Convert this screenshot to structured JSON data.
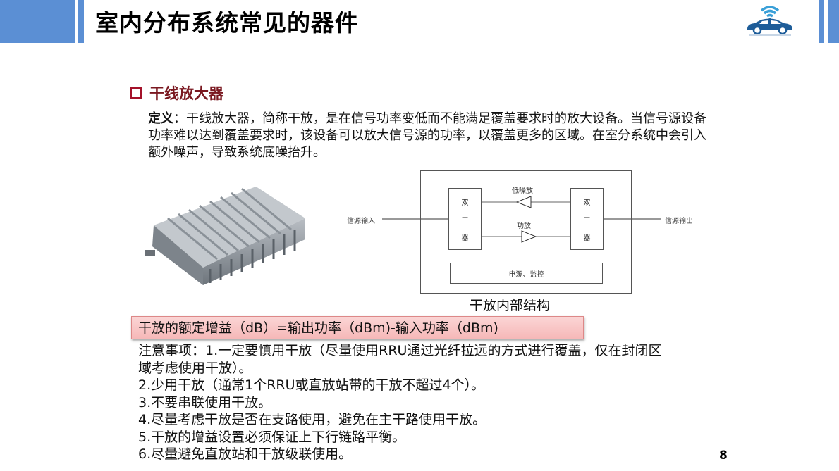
{
  "header": {
    "title": "室内分布系统常见的器件",
    "logo_icon": "connected-car-wifi-icon",
    "bar_color": "#5b8fd4"
  },
  "section": {
    "bullet_icon": "hollow-square-bullet",
    "heading": "干线放大器",
    "heading_color": "#7a1820"
  },
  "definition": {
    "label": "定义",
    "text": "：干线放大器，简称干放，是在信号功率变低而不能满足覆盖要求时的放大设备。当信号源设备功率难以达到覆盖要求时，该设备可以放大信号源的功率，以覆盖更多的区域。在室分系统中会引入额外噪声，导致系统底噪抬升。"
  },
  "photo": {
    "alt": "trunk-amplifier-device-photo"
  },
  "diagram": {
    "input_label": "信源输入",
    "output_label": "信源输出",
    "duplexer_left": [
      "双",
      "工",
      "器"
    ],
    "duplexer_right": [
      "双",
      "工",
      "器"
    ],
    "lna_label": "低噪放",
    "pa_label": "功放",
    "power_label": "电源、监控",
    "caption": "干放内部结构"
  },
  "formula": {
    "text": "干放的额定增益（dB）=输出功率（dBm)-输入功率（dBm)",
    "bg_color": "#f8c6c6"
  },
  "notes": {
    "lines": [
      "注意事项：1.一定要慎用干放（尽量使用RRU通过光纤拉远的方式进行覆盖，仅在封闭区",
      "域考虑使用干放）。",
      "2.少用干放（通常1个RRU或直放站带的干放不超过4个）。",
      "3.不要串联使用干放。",
      "4.尽量考虑干放是否在支路使用，避免在主干路使用干放。",
      "5.干放的增益设置必须保证上下行链路平衡。",
      "6.尽量避免直放站和干放级联使用。"
    ]
  },
  "footer": {
    "page_number": "8"
  }
}
